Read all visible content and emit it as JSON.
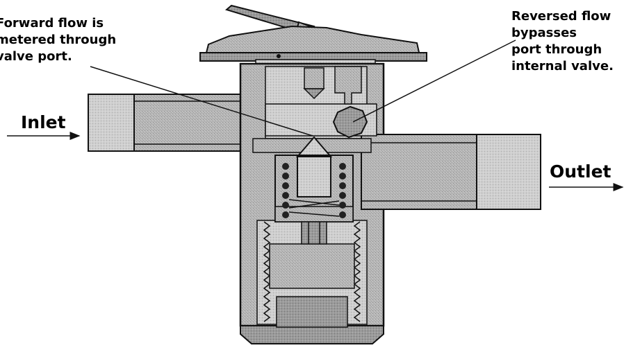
{
  "annotations": {
    "forward": [
      "Forward flow is",
      "metered through",
      "valve port."
    ],
    "reversed": [
      "Reversed flow",
      "bypasses",
      "port through",
      "internal valve."
    ]
  },
  "labels": {
    "inlet": "Inlet",
    "outlet": "Outlet"
  },
  "colors": {
    "body_fill": "#b4b4b4",
    "body_dark": "#8c8c8c",
    "line": "#111111"
  }
}
